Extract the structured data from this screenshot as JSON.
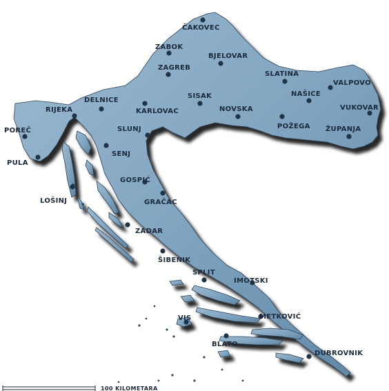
{
  "map": {
    "land_color": "#7fa3bf",
    "land_shade_color": "#5d84a2",
    "shadow_color": "#1c2a36",
    "dot_color": "#1f3347",
    "text_color": "#1b2a3a"
  },
  "cities": [
    {
      "id": "cakovec",
      "name": "ČAKOVEC"
    },
    {
      "id": "zabok",
      "name": "ZABOK"
    },
    {
      "id": "bjelovar",
      "name": "BJELOVAR"
    },
    {
      "id": "zagreb",
      "name": "ZAGREB"
    },
    {
      "id": "slatina",
      "name": "SLATINA"
    },
    {
      "id": "valpovo",
      "name": "VALPOVO"
    },
    {
      "id": "nasice",
      "name": "NAŠICE"
    },
    {
      "id": "delnice",
      "name": "DELNICE"
    },
    {
      "id": "rijeka",
      "name": "RIJEKA"
    },
    {
      "id": "sisak",
      "name": "SISAK"
    },
    {
      "id": "karlovac",
      "name": "KARLOVAC"
    },
    {
      "id": "novska",
      "name": "NOVSKA"
    },
    {
      "id": "vukovar",
      "name": "VUKOVAR"
    },
    {
      "id": "porec",
      "name": "POREČ"
    },
    {
      "id": "slunj",
      "name": "SLUNJ"
    },
    {
      "id": "pozega",
      "name": "POŽEGA"
    },
    {
      "id": "zupanja",
      "name": "ŽUPANJA"
    },
    {
      "id": "senj",
      "name": "SENJ"
    },
    {
      "id": "pula",
      "name": "PULA"
    },
    {
      "id": "gospic",
      "name": "GOSPIĆ"
    },
    {
      "id": "losinj",
      "name": "LOŠINJ"
    },
    {
      "id": "gracac",
      "name": "GRAČAC"
    },
    {
      "id": "zadar",
      "name": "ZADAR"
    },
    {
      "id": "sibenik",
      "name": "ŠIBENIK"
    },
    {
      "id": "split",
      "name": "SPLIT"
    },
    {
      "id": "imotski",
      "name": "IMOTSKI"
    },
    {
      "id": "vis",
      "name": "VIS"
    },
    {
      "id": "metkovic",
      "name": "METKOVIĆ"
    },
    {
      "id": "blato",
      "name": "BLATO"
    },
    {
      "id": "dubrovnik",
      "name": "DUBROVNIK"
    }
  ],
  "scale_bar": {
    "label": "100 KILOMETARA"
  }
}
